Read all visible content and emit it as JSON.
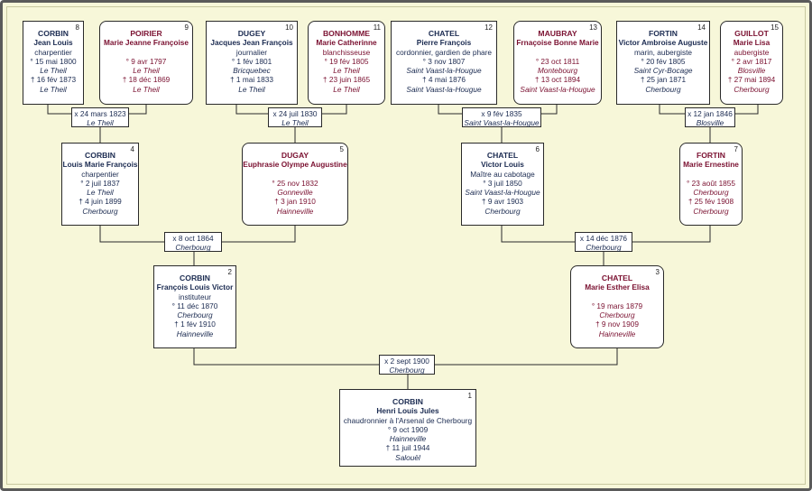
{
  "persons": [
    {
      "num": "1",
      "sex": "m",
      "name": "CORBIN",
      "given": "Henri Louis Jules",
      "occupation": "chaudronnier à l'Arsenal de Cherbourg",
      "birth": "° 9 oct 1909",
      "birth_place": "Hainneville",
      "death": "† 11 juil 1944",
      "death_place": "Salouël"
    },
    {
      "num": "2",
      "sex": "m",
      "name": "CORBIN",
      "given": "François Louis Victor",
      "occupation": "instituteur",
      "birth": "° 11 déc 1870",
      "birth_place": "Cherbourg",
      "death": "† 1 fév 1910",
      "death_place": "Hainneville"
    },
    {
      "num": "3",
      "sex": "f",
      "name": "CHATEL",
      "given": "Marie Esther Elisa",
      "occupation": "",
      "birth": "° 19 mars 1879",
      "birth_place": "Cherbourg",
      "death": "† 9 nov 1909",
      "death_place": "Hainneville"
    },
    {
      "num": "4",
      "sex": "m",
      "name": "CORBIN",
      "given": "Louis Marie François",
      "occupation": "charpentier",
      "birth": "° 2 juil 1837",
      "birth_place": "Le Theil",
      "death": "† 4 juin 1899",
      "death_place": "Cherbourg"
    },
    {
      "num": "5",
      "sex": "f",
      "name": "DUGAY",
      "given": "Euphrasie Olympe Augustine",
      "occupation": "",
      "birth": "° 25 nov 1832",
      "birth_place": "Gonneville",
      "death": "† 3 jan 1910",
      "death_place": "Hainneville"
    },
    {
      "num": "6",
      "sex": "m",
      "name": "CHATEL",
      "given": "Victor Louis",
      "occupation": "Maître au cabotage",
      "birth": "° 3 juil 1850",
      "birth_place": "Saint Vaast-la-Hougue",
      "death": "† 9 avr 1903",
      "death_place": "Cherbourg"
    },
    {
      "num": "7",
      "sex": "f",
      "name": "FORTIN",
      "given": "Marie Ernestine",
      "occupation": "",
      "birth": "° 23 août 1855",
      "birth_place": "Cherbourg",
      "death": "† 25 fév 1908",
      "death_place": "Cherbourg"
    },
    {
      "num": "8",
      "sex": "m",
      "name": "CORBIN",
      "given": "Jean Louis",
      "occupation": "charpentier",
      "birth": "° 15 mai 1800",
      "birth_place": "Le Theil",
      "death": "† 16 fév 1873",
      "death_place": "Le Theil"
    },
    {
      "num": "9",
      "sex": "f",
      "name": "POIRIER",
      "given": "Marie Jeanne Françoise",
      "occupation": "",
      "birth": "° 9 avr 1797",
      "birth_place": "Le Theil",
      "death": "† 18 déc 1869",
      "death_place": "Le Theil"
    },
    {
      "num": "10",
      "sex": "m",
      "name": "DUGEY",
      "given": "Jacques Jean François",
      "occupation": "journalier",
      "birth": "° 1 fév 1801",
      "birth_place": "Bricquebec",
      "death": "† 1 mai 1833",
      "death_place": "Le Theil"
    },
    {
      "num": "11",
      "sex": "f",
      "name": "BONHOMME",
      "given": "Marie Catherinne",
      "occupation": "blanchisseuse",
      "birth": "° 19 fév 1805",
      "birth_place": "Le Theil",
      "death": "† 23 juin 1865",
      "death_place": "Le Theil"
    },
    {
      "num": "12",
      "sex": "m",
      "name": "CHATEL",
      "given": "Pierre François",
      "occupation": "cordonnier, gardien de phare",
      "birth": "° 3 nov 1807",
      "birth_place": "Saint Vaast-la-Hougue",
      "death": "† 4 mai 1876",
      "death_place": "Saint Vaast-la-Hougue"
    },
    {
      "num": "13",
      "sex": "f",
      "name": "MAUBRAY",
      "given": "Frnaçoise Bonne Marie",
      "occupation": "",
      "birth": "° 23 oct 1811",
      "birth_place": "Montebourg",
      "death": "† 13 oct 1894",
      "death_place": "Saint Vaast-la-Hougue"
    },
    {
      "num": "14",
      "sex": "m",
      "name": "FORTIN",
      "given": "Victor Ambroise Auguste",
      "occupation": "marin, aubergiste",
      "birth": "° 20 fév 1805",
      "birth_place": "Saint Cyr-Bocage",
      "death": "† 25 jan 1871",
      "death_place": "Cherbourg"
    },
    {
      "num": "15",
      "sex": "f",
      "name": "GUILLOT",
      "given": "Marie Lisa",
      "occupation": "aubergiste",
      "birth": "° 2 avr 1817",
      "birth_place": "Blosville",
      "death": "† 27 mai 1894",
      "death_place": "Cherbourg"
    }
  ],
  "marriages": [
    {
      "id": "m1",
      "date": "x 2 sept 1900",
      "place": "Cherbourg"
    },
    {
      "id": "m2",
      "date": "x 8 oct 1864",
      "place": "Cherbourg"
    },
    {
      "id": "m3",
      "date": "x 14 déc 1876",
      "place": "Cherbourg"
    },
    {
      "id": "m4",
      "date": "x 24 mars 1823",
      "place": "Le Theil"
    },
    {
      "id": "m5",
      "date": "x 24 juil 1830",
      "place": "Le Theil"
    },
    {
      "id": "m6",
      "date": "x 9 fév 1835",
      "place": "Saint Vaast-la-Hougue"
    },
    {
      "id": "m7",
      "date": "x 12 jan 1846",
      "place": "Blosville"
    }
  ],
  "colors": {
    "male_text": "#1a2a50",
    "female_text": "#7a1030",
    "background": "#f7f7d9",
    "line": "#2a2a2a"
  }
}
